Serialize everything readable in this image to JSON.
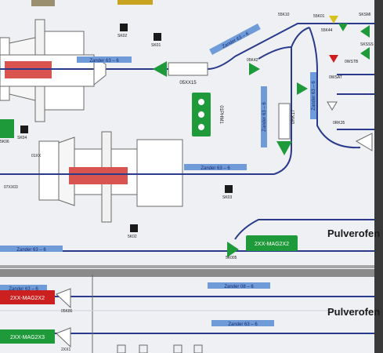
{
  "headings": {
    "pulverofen_top": "Pulverofen",
    "pulverofen_bottom": "Pulverofen"
  },
  "conveyor_labels": {
    "top": "Zander 63 – 6",
    "middle": "Zander 63 – 6",
    "left_bottom": "Zander 63 – 6",
    "bus_1": "Zander 08 – 6",
    "bus_2": "Zander 63 – 6",
    "bus_3": "Zander 63 – 6",
    "diag_upper": "Zander 63 – 6",
    "vertical_1": "Zander 63 – 6",
    "vertical_2": "Zander 63 – 6"
  },
  "equipment_ids": {
    "valve_top": "05XX15",
    "station_left": "07XX03",
    "valve_col": "0RK17",
    "green_unit": "01PHM1",
    "green_bar": "2XX-MAG2X2",
    "red_block_1": "2XX-MAG2X2",
    "green_block": "2XX-MAG2X3",
    "tag_1": "SK02",
    "tag_2": "SK01",
    "tag_3": "SK04",
    "tag_4": "SK03",
    "tag_5": "5K02",
    "tag_6": "5K06",
    "tag_7": "55K10",
    "tag_8": "55K01",
    "tag_9": "55K44",
    "tag_10": "SKSMI",
    "tag_11": "SKSSS",
    "tag_12": "0WSTB",
    "tag_13": "0WSAT",
    "tag_14": "0RK35",
    "tag_15": "05K42",
    "tag_16": "5K005",
    "tag_17": "05K86",
    "tag_18": "2XX1",
    "tag_19": "01XX"
  },
  "colors": {
    "background": "#eef0f3",
    "line_navy": "#2a3a8c",
    "conveyor_blue": "#6f9bd8",
    "valve_green": "#1f9a3a",
    "heater_red": "#d9534f",
    "alarm_red": "#cc2020",
    "warning_yellow": "#d6c21a"
  }
}
